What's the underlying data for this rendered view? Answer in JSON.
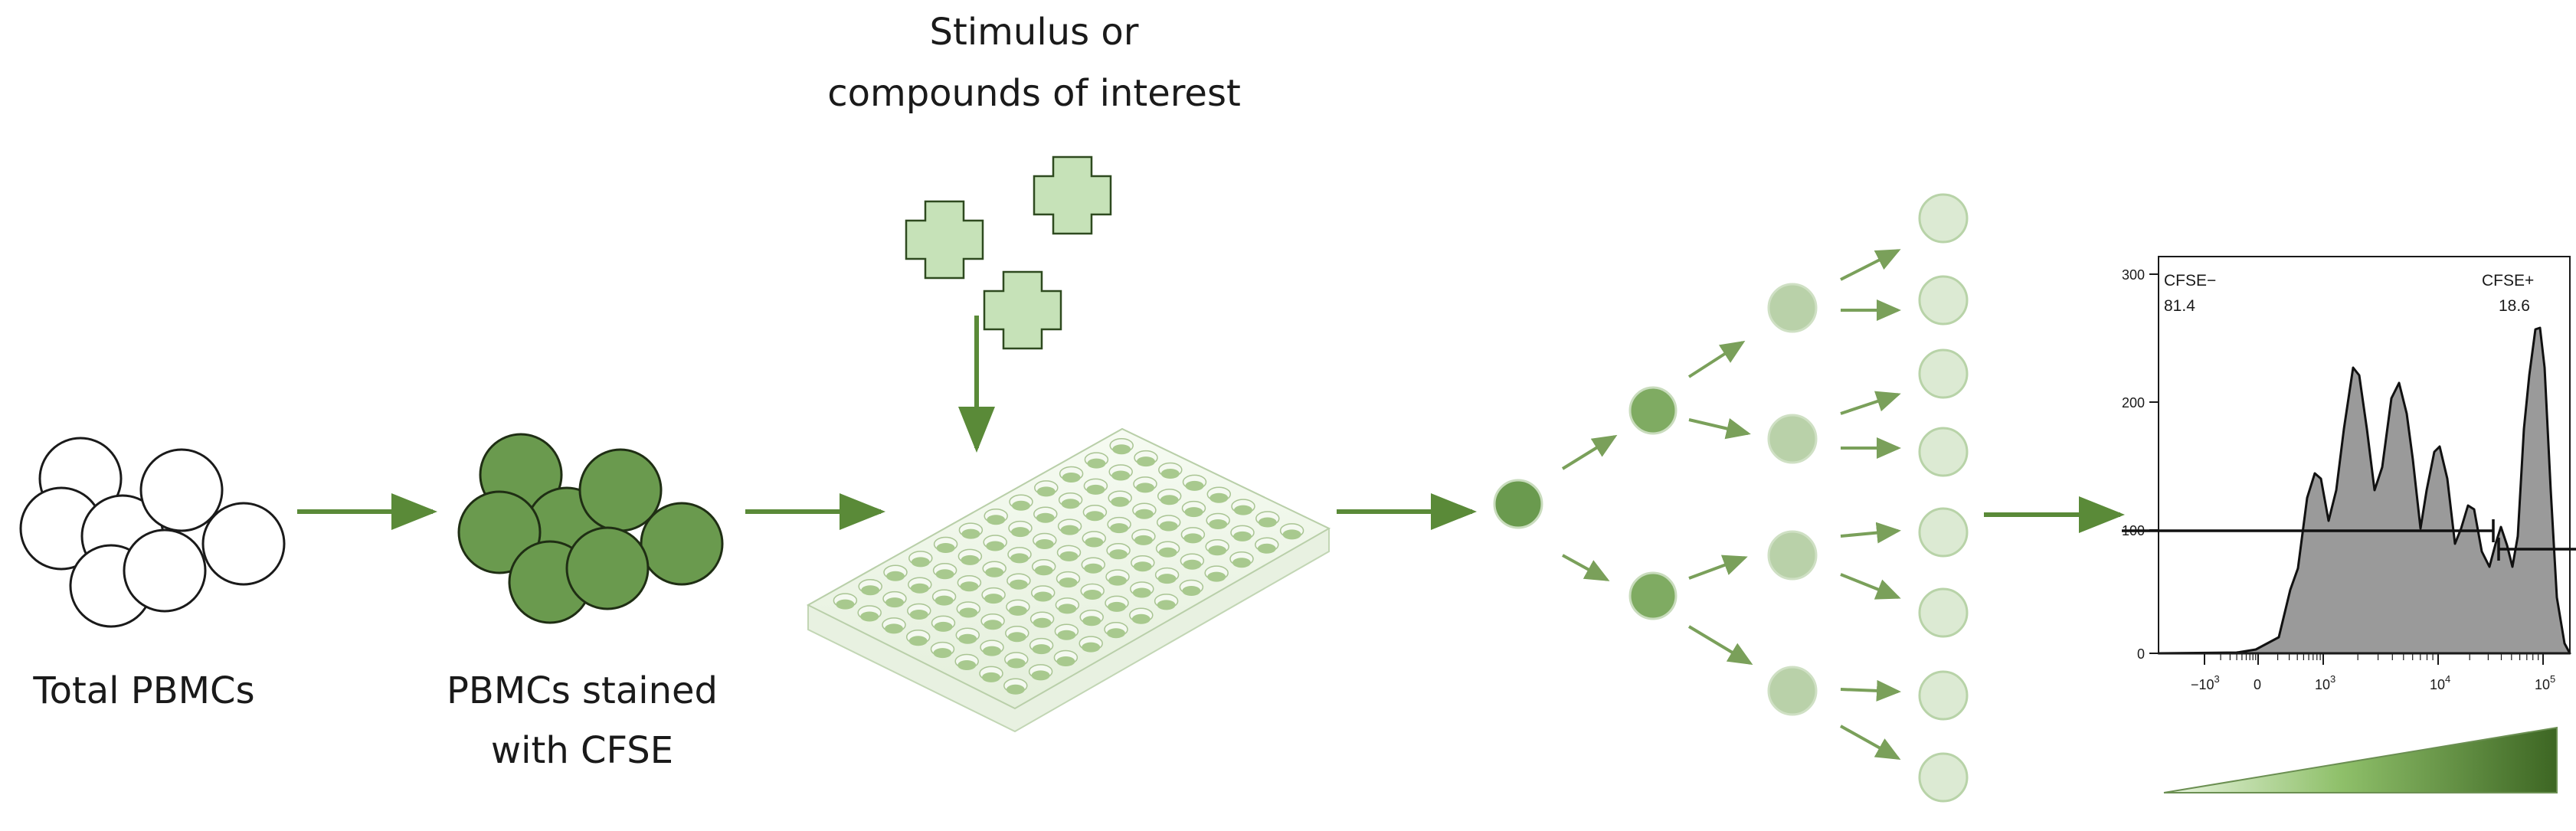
{
  "labels": {
    "stimulus_line1": "Stimulus or",
    "stimulus_line2": "compounds of interest",
    "total_pbmcs": "Total PBMCs",
    "stained_line1": "PBMCs stained",
    "stained_line2": "with CFSE"
  },
  "histogram": {
    "gate_left_name": "CFSE−",
    "gate_left_value": "81.4",
    "gate_right_name": "CFSE+",
    "gate_right_value": "18.6",
    "y_ticks": [
      "300",
      "200",
      "100",
      "0"
    ],
    "x_ticks": {
      "neg3_base": "−10",
      "neg3_exp": "3",
      "zero": "0",
      "p3_base": "10",
      "p3_exp": "3",
      "p4_base": "10",
      "p4_exp": "4",
      "p5_base": "10",
      "p5_exp": "5"
    }
  },
  "colors": {
    "arrow_green": "#5a8a38",
    "cell_dark": "#6a9a4e",
    "cell_stroke": "#1f2e14",
    "cell_mid": "#b9d1a9",
    "cell_light": "#dcead3",
    "cross_fill": "#c6e2b8",
    "histogram_fill": "#9a9a9a",
    "gradient_start": "#e9f5e0",
    "gradient_end": "#3d6623"
  }
}
